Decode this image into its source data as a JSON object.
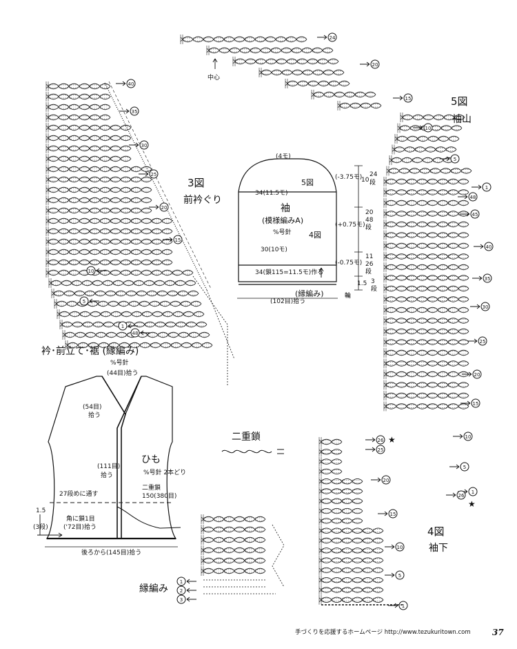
{
  "figures": {
    "fig3": {
      "num": "3図",
      "name": "前衿ぐり"
    },
    "fig5": {
      "num": "5図",
      "name": "袖山"
    },
    "fig4": {
      "num": "4図",
      "name": "袖下"
    }
  },
  "row_markers": {
    "front": [
      "40",
      "35",
      "30",
      "25",
      "20",
      "15",
      "10",
      "5",
      "1",
      "48"
    ],
    "top": [
      "24",
      "20",
      "15",
      "10",
      "5",
      "1",
      "48",
      "45",
      "40",
      "35",
      "30",
      "25",
      "20",
      "15",
      "10",
      "5",
      "1",
      "26"
    ],
    "sleeve_under": [
      "26",
      "25",
      "20",
      "15",
      "10",
      "5",
      "1"
    ],
    "edging": [
      "1",
      "2",
      "3"
    ]
  },
  "star": "★",
  "center_label": "中心",
  "sleeve": {
    "top": "(4モ)",
    "fig5_tag": "5図",
    "fig4_tag": "4図",
    "cap_w": "34(11.5モ)",
    "name": "袖",
    "pattern": "(模様編みA)",
    "needle": "%号針",
    "mid_w": "30(10モ)",
    "bottom_w": "34(鎖115=11.5モ)作る",
    "edging": "(縁編み)",
    "pickup": "(102目)拾う",
    "ring": "輪",
    "dec1": "(-3.75モ)",
    "dec2": "(+0.75モ)",
    "dec3": "(-0.75モ)",
    "r10": "10",
    "r24a": "24",
    "r24b": "段",
    "r20": "20",
    "r48a": "48",
    "r48b": "段",
    "r11": "11",
    "r26a": "26",
    "r26b": "段",
    "r15": "1.5",
    "r3a": "3",
    "r3b": "段"
  },
  "vest": {
    "title": "衿･前立て･裾 (縁編み)",
    "needle": "%号針",
    "neck_pick": "(44目)拾う",
    "pick54": "(54目)",
    "pick54b": "拾う",
    "pick111": "(111目)",
    "pick111b": "拾う",
    "thread": "27段めに通す",
    "side1": "1.5",
    "side2": "(3段)",
    "corner": "角に鎖1目",
    "pick72": "('72目)拾う",
    "back_pick": "後ろから(145目)拾う"
  },
  "himo": {
    "title": "ひも",
    "needle": "%号針 2本どり",
    "chain": "二重鎖",
    "len": "150(380目)"
  },
  "double_chain": "二重鎖",
  "edging_label": "縁編み",
  "footer": {
    "text": "手づくりを応援するホームページ http://www.tezukuritown.com",
    "page": "37"
  }
}
